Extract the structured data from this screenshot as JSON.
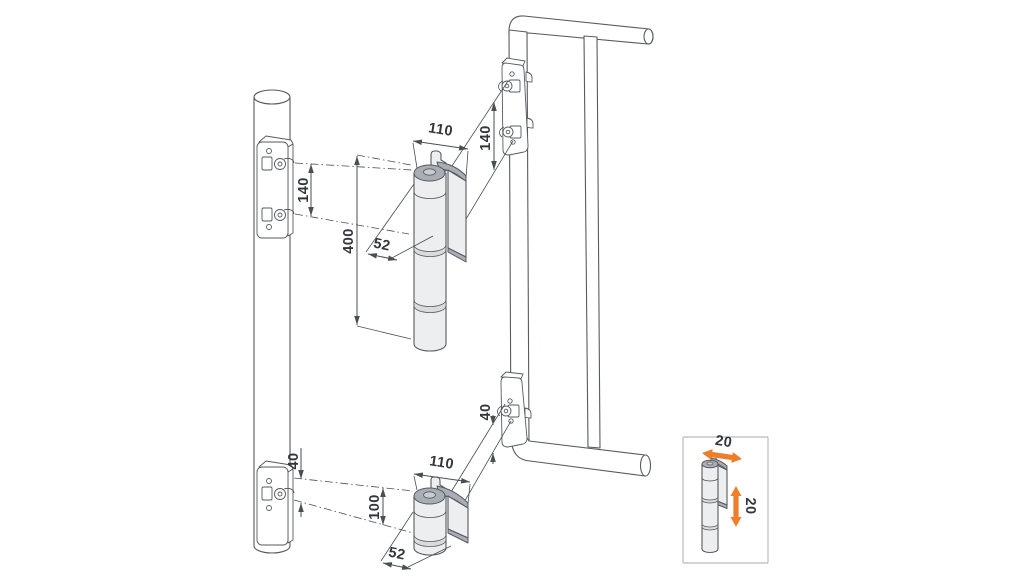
{
  "drawing": {
    "title": "gate-hinge-mounting-diagram",
    "dims": {
      "upper_hinge_width": "110",
      "post_bracket_spacing": "140",
      "hinge_total_length": "400",
      "upper_hinge_depth": "52",
      "gate_plate_spacing": "140",
      "lower_post_bracket_offset": "40",
      "lower_hinge_height": "100",
      "lower_hinge_width": "110",
      "lower_gate_plate_offset": "40",
      "lower_hinge_depth": "52"
    },
    "inset": {
      "horizontal_adjustment": "20",
      "vertical_adjustment": "20"
    },
    "colors": {
      "accent_orange": "#ee7f2a",
      "line_gray": "#565b61",
      "metal_light": "#eceeef",
      "metal_dark": "#a9aeb4"
    }
  }
}
